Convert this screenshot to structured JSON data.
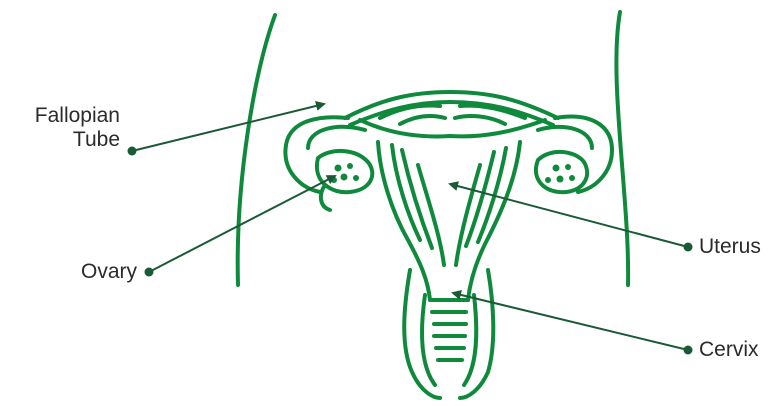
{
  "labels": {
    "fallopian_line1": "Fallopian",
    "fallopian_line2": "Tube",
    "ovary": "Ovary",
    "uterus": "Uterus",
    "cervix": "Cervix"
  },
  "colors": {
    "organ_stroke": "#0f8a3c",
    "pointer": "#1a5a35",
    "label_text": "#2b2b2b"
  }
}
